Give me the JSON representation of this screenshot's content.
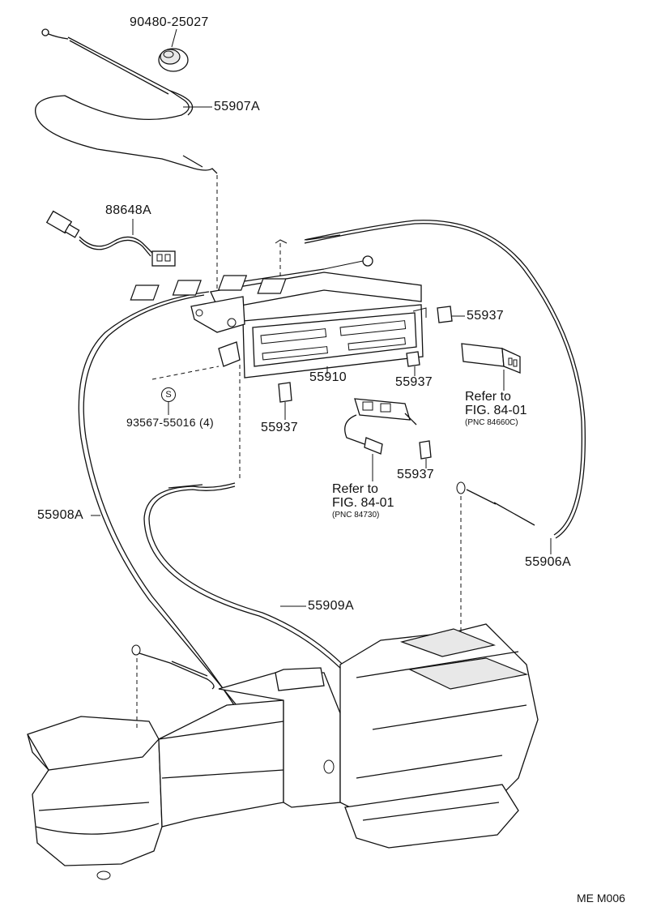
{
  "labels": {
    "grommet": "90480-25027",
    "cable_top": "55907A",
    "wire_harness": "88648A",
    "panel_clip_1": "55937",
    "control_panel": "55910",
    "panel_clip_2": "55937",
    "panel_clip_3": "55937",
    "panel_clip_4": "55937",
    "screw": "93567-55016 (4)",
    "cable_left": "55908A",
    "cable_middle": "55909A",
    "cable_right": "55906A"
  },
  "refs": {
    "ref_1": {
      "line1": "Refer to",
      "line2": "FIG. 84-01",
      "pnc": "(PNC 84660C)"
    },
    "ref_2": {
      "line1": "Refer to",
      "line2": "FIG. 84-01",
      "pnc": "(PNC 84730)"
    }
  },
  "screw_symbol": "S",
  "drawing_code": "ME M006"
}
